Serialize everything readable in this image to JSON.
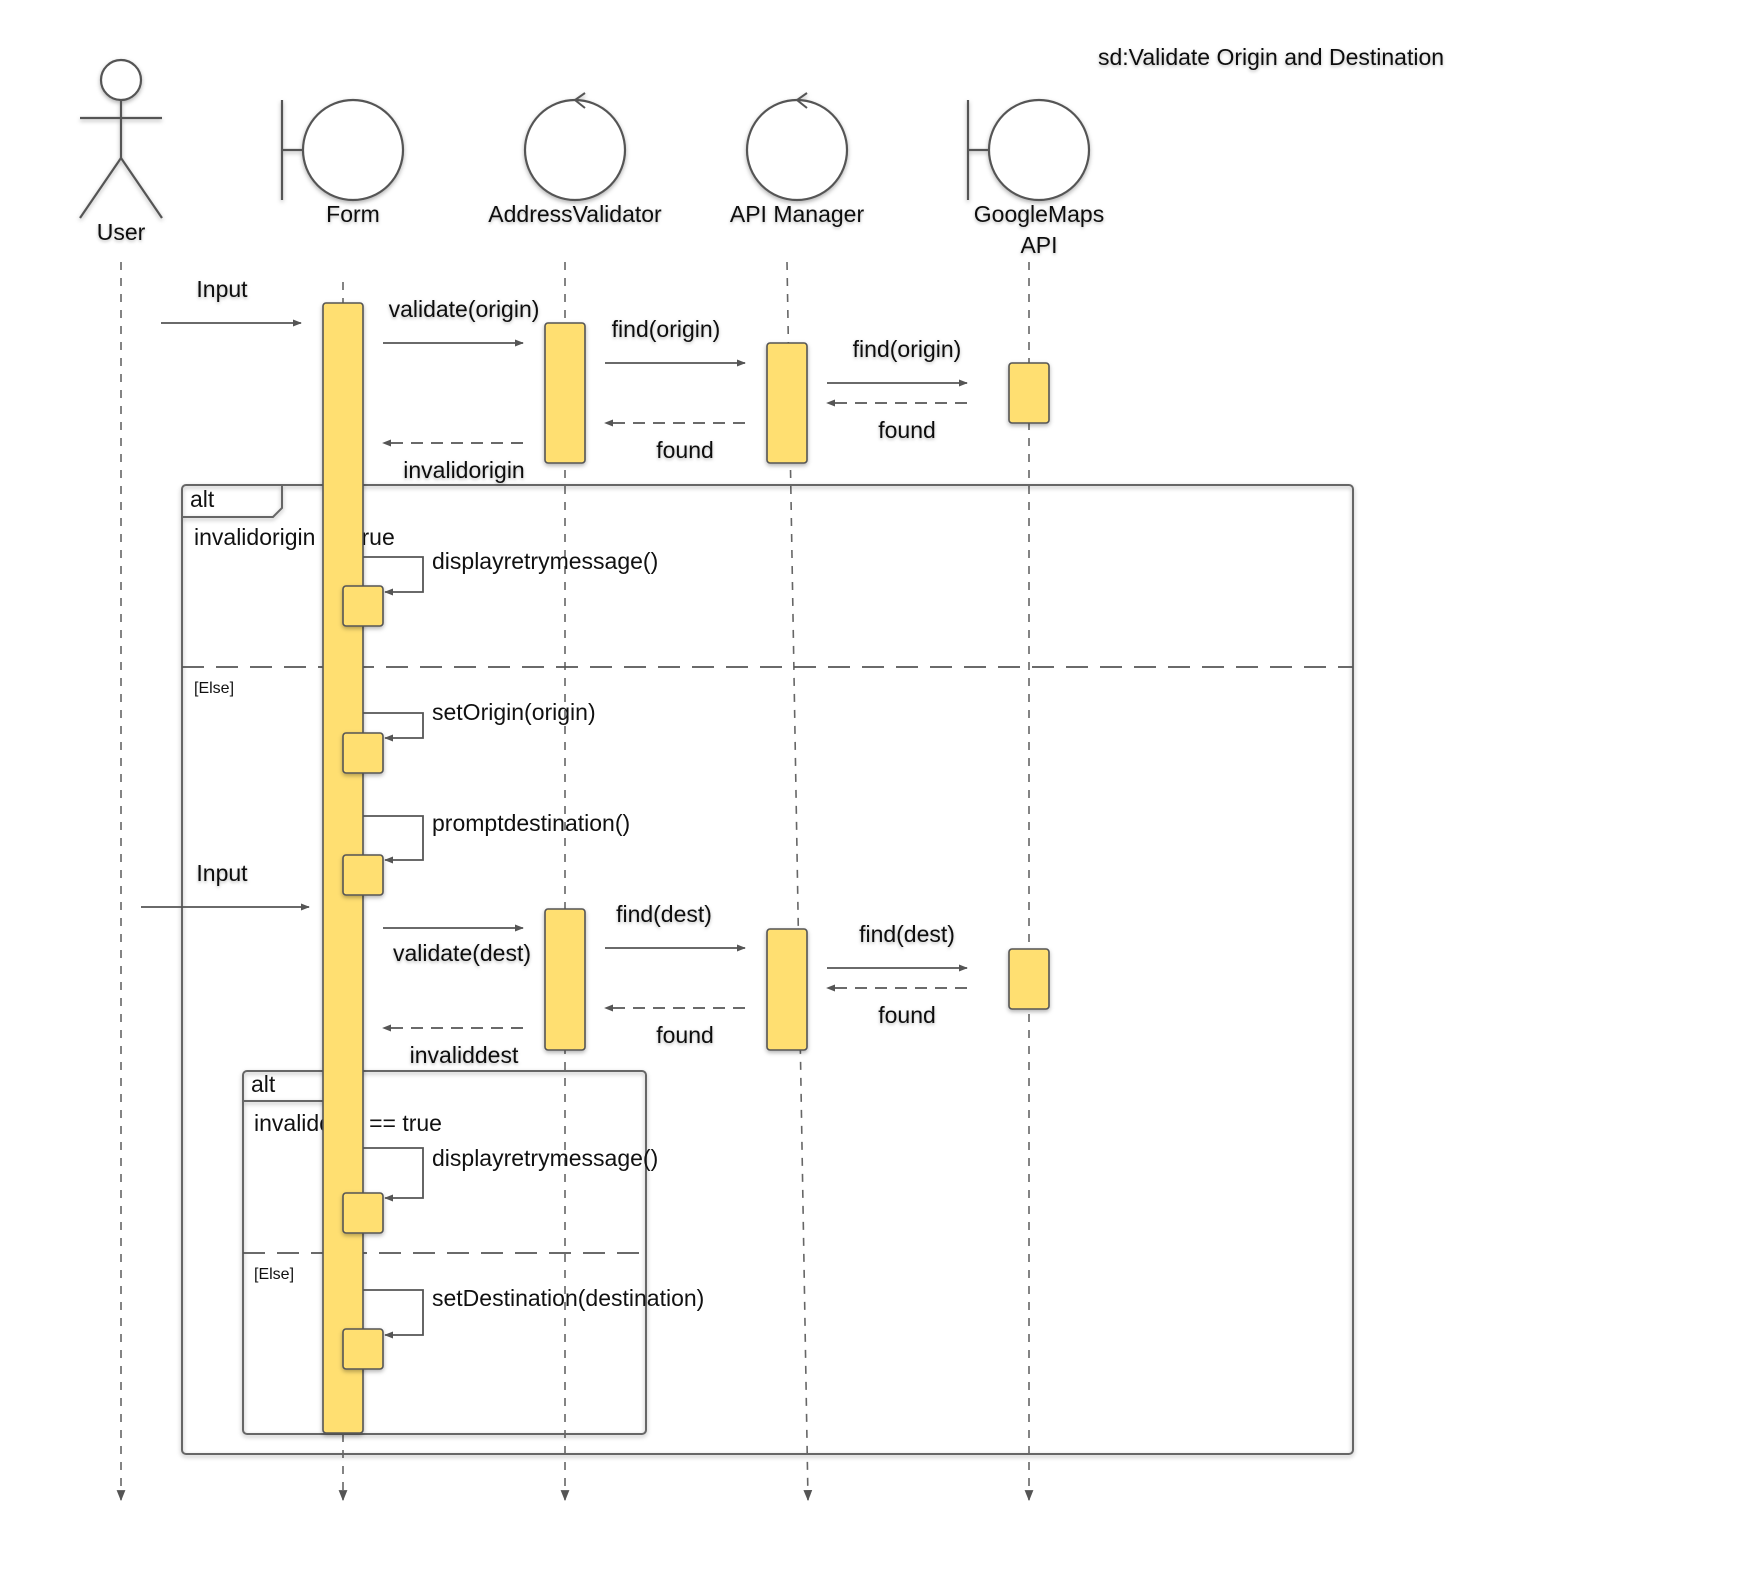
{
  "diagram": {
    "title": "sd:Validate Origin and Destination",
    "participants": [
      {
        "id": "user",
        "label": "User",
        "kind": "actor"
      },
      {
        "id": "form",
        "label": "Form",
        "kind": "boundary"
      },
      {
        "id": "validator",
        "label": "AddressValidator",
        "kind": "control"
      },
      {
        "id": "api",
        "label": "API Manager",
        "kind": "control"
      },
      {
        "id": "gmaps",
        "label_lines": [
          "GoogleMaps",
          "API"
        ],
        "kind": "boundary"
      }
    ],
    "messages": {
      "input_1": "Input",
      "validate_origin": "validate(origin)",
      "find_origin_1": "find(origin)",
      "find_origin_2": "find(origin)",
      "found_1": "found",
      "found_2": "found",
      "invalidorigin": "invalidorigin",
      "display_retry_1": "displayretrymessage()",
      "set_origin": "setOrigin(origin)",
      "prompt_destination": "promptdestination()",
      "input_2": "Input",
      "validate_dest": "validate(dest)",
      "find_dest_1": "find(dest)",
      "find_dest_2": "find(dest)",
      "found_3": "found",
      "found_4": "found",
      "invaliddest": "invaliddest",
      "display_retry_2": "displayretrymessage()",
      "set_destination": "setDestination(destination)"
    },
    "fragments": {
      "outer": {
        "operator": "alt",
        "guard": "invalidorigin == true",
        "else": "[Else]"
      },
      "inner": {
        "operator": "alt",
        "guard": "invaliddest == true",
        "else": "[Else]"
      }
    },
    "colors": {
      "activation_fill": "#ffdf71",
      "line": "#555555"
    }
  }
}
